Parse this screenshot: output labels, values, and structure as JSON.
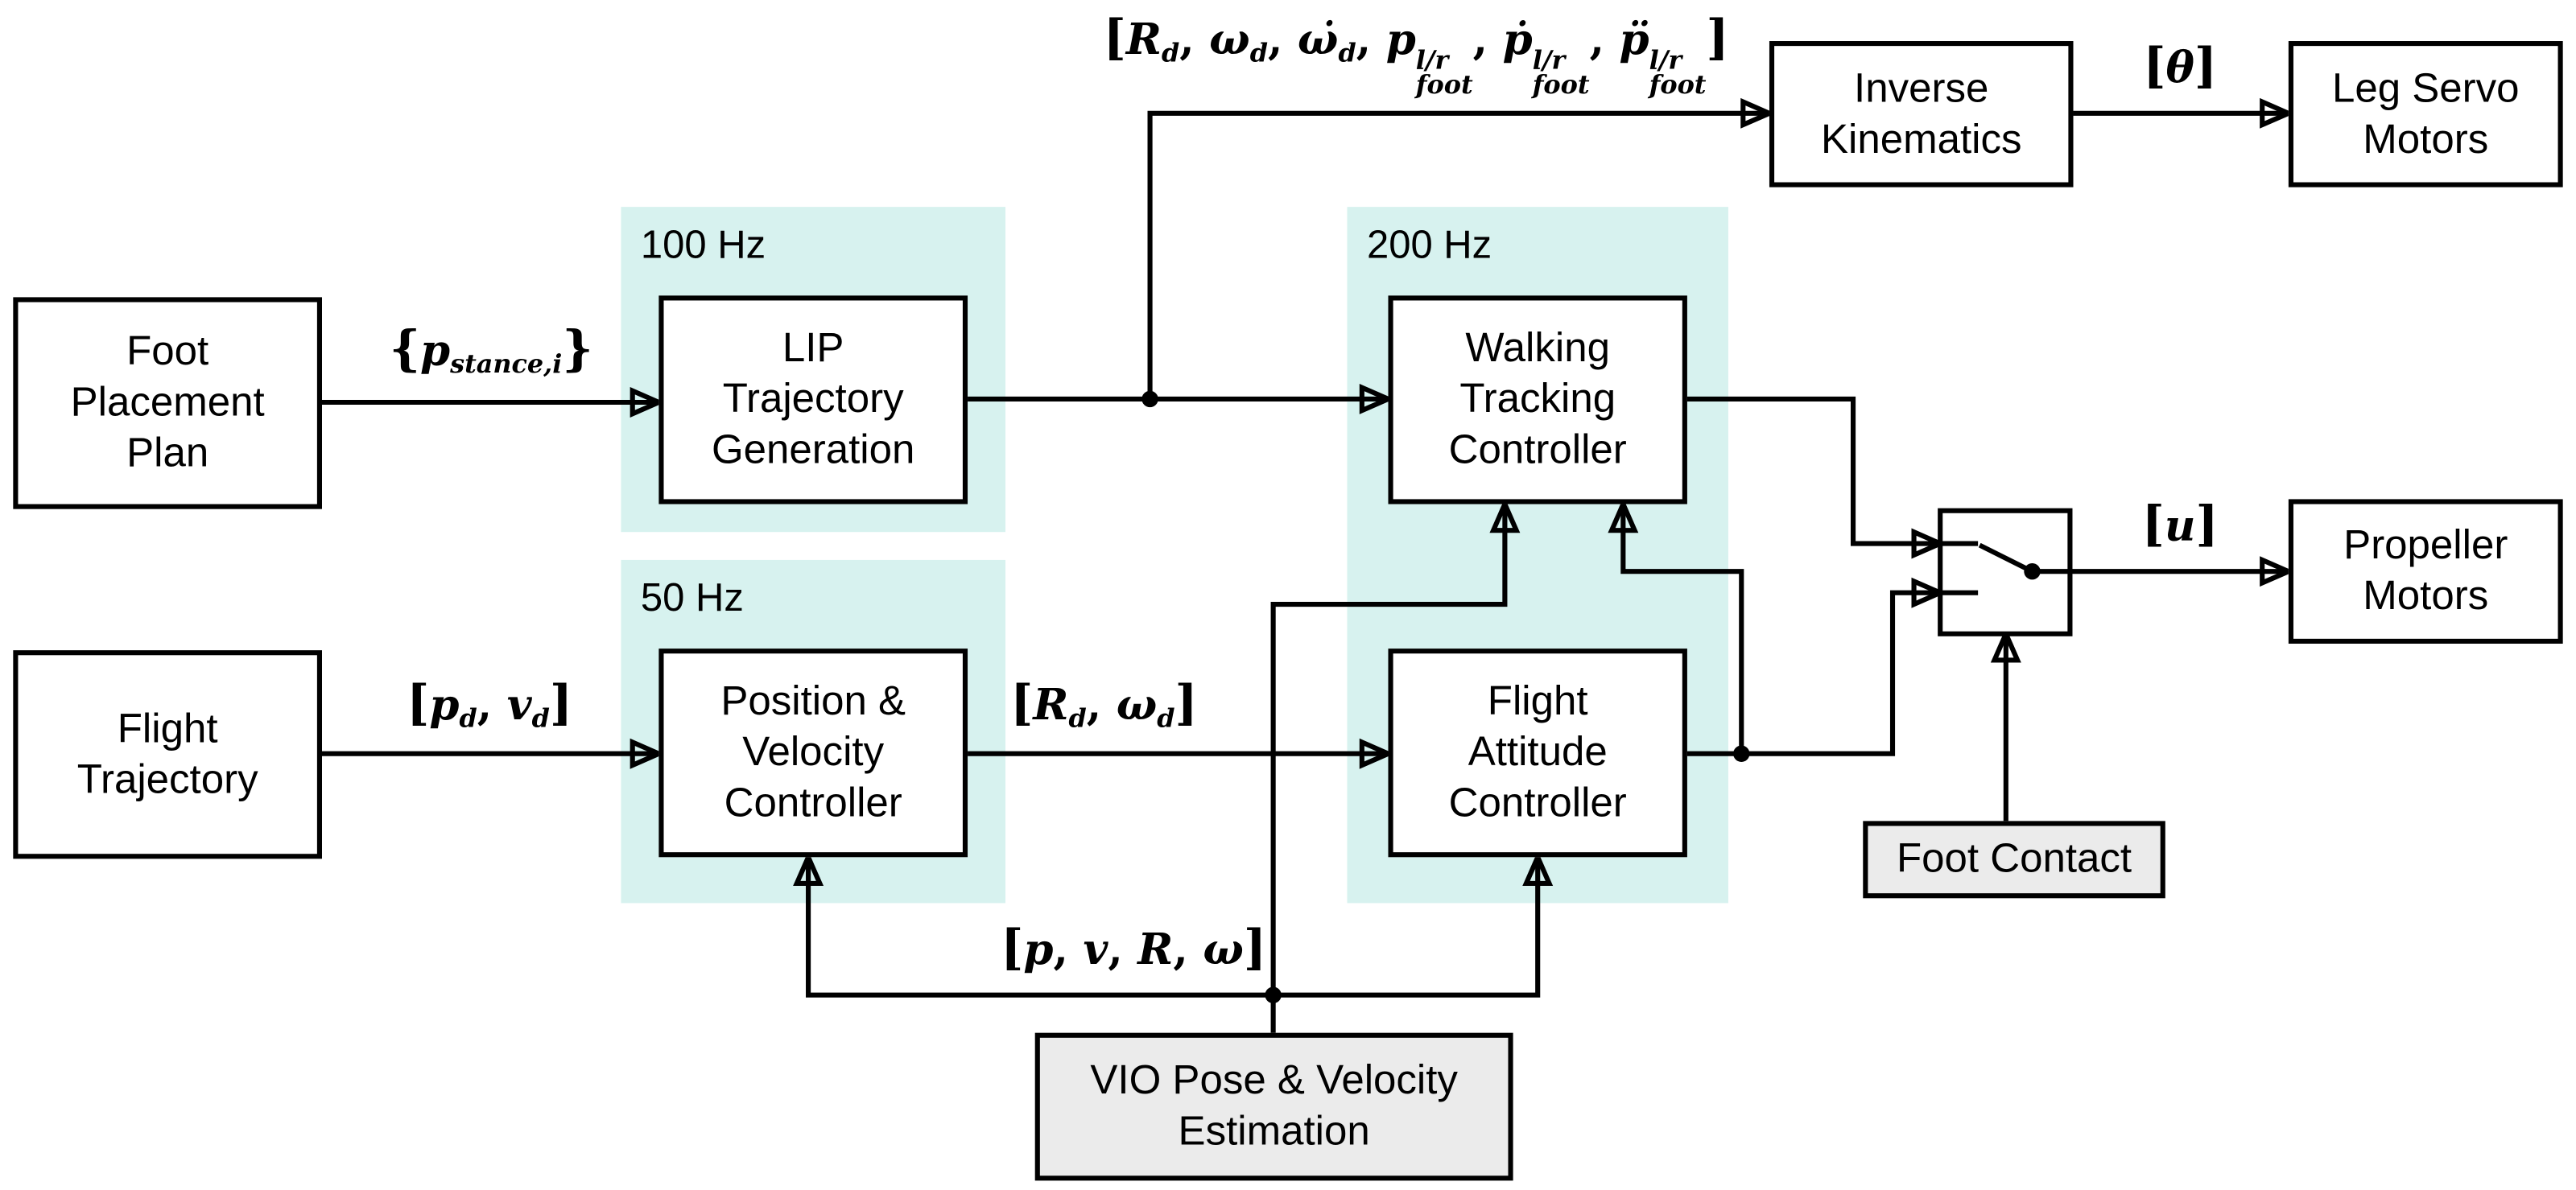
{
  "diagram": {
    "blocks": {
      "foot_placement_plan": {
        "label": "Foot\nPlacement\nPlan"
      },
      "flight_trajectory": {
        "label": "Flight\nTrajectory"
      },
      "lip_trajectory_generation": {
        "label": "LIP\nTrajectory\nGeneration"
      },
      "position_velocity_controller": {
        "label": "Position &\nVelocity\nController"
      },
      "walking_tracking_controller": {
        "label": "Walking\nTracking\nController"
      },
      "flight_attitude_controller": {
        "label": "Flight\nAttitude\nController"
      },
      "inverse_kinematics": {
        "label": "Inverse\nKinematics"
      },
      "leg_servo_motors": {
        "label": "Leg Servo\nMotors"
      },
      "propeller_motors": {
        "label": "Propeller\nMotors"
      },
      "foot_contact": {
        "label": "Foot Contact"
      },
      "vio_estimation": {
        "label": "VIO Pose & Velocity\nEstimation"
      }
    },
    "rate_regions": {
      "hz100": {
        "label": "100 Hz"
      },
      "hz50": {
        "label": "50 Hz"
      },
      "hz200": {
        "label": "200 Hz"
      }
    },
    "signal_labels": {
      "stance_feet": "{p_{stance,i}}",
      "walking_reference": "[R_{d}, ω_{d}, ω̇_{d}, p_{foot}^{l/r}, ṗ_{foot}^{l/r}, p̈_{foot}^{l/r}]",
      "joint_angles": "[θ]",
      "flight_reference": "[p_{d}, v_{d}]",
      "attitude_reference": "[R_{d}, ω_{d}]",
      "motor_command": "[u]",
      "state_estimate": "[p, v, R, ω]"
    },
    "colors": {
      "rate_region_fill": "#d7f2ef",
      "block_fill": "#ffffff",
      "io_block_fill": "#ebebeb",
      "line_color": "#000000"
    }
  }
}
